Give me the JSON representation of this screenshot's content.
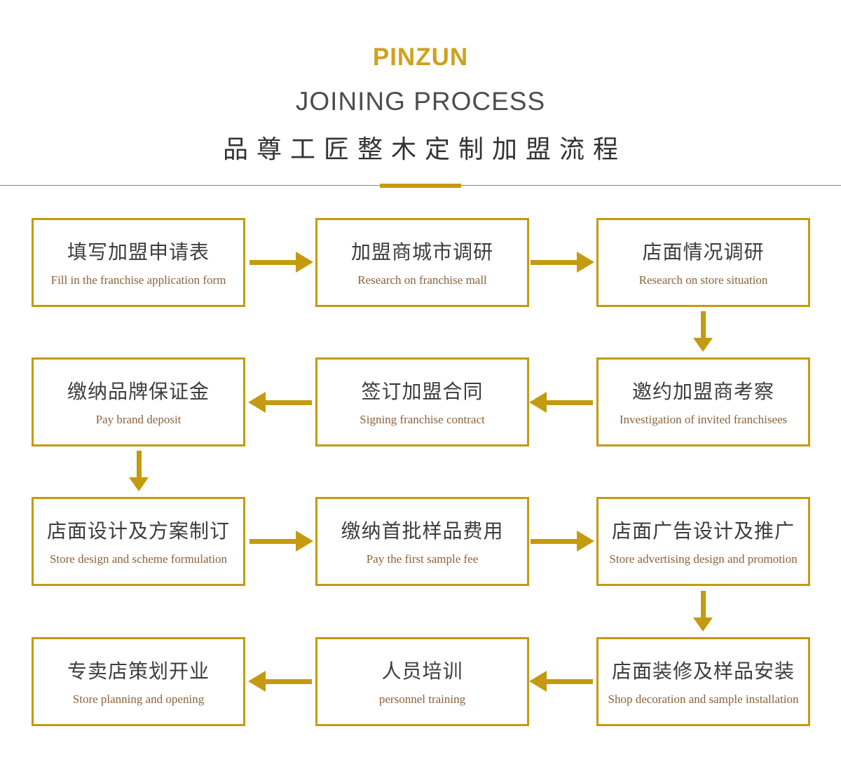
{
  "header": {
    "brand": "PINZUN",
    "subtitle": "JOINING PROCESS",
    "title_cn": "品尊工匠整木定制加盟流程"
  },
  "colors": {
    "gold": "#C49A10",
    "brand_gold": "#CFA11D",
    "heading_gray": "#4D4D4D",
    "title_dark": "#333333",
    "box_text": "#3D3D3D",
    "english_brown": "#8C6239",
    "divider_gray": "#8A8A8A"
  },
  "flow": {
    "steps": [
      {
        "cn": "填写加盟申请表",
        "en": "Fill in the franchise application form"
      },
      {
        "cn": "加盟商城市调研",
        "en": "Research on franchise mall"
      },
      {
        "cn": "店面情况调研",
        "en": "Research on store situation"
      },
      {
        "cn": "邀约加盟商考察",
        "en": "Investigation of invited franchisees"
      },
      {
        "cn": "签订加盟合同",
        "en": "Signing franchise contract"
      },
      {
        "cn": "缴纳品牌保证金",
        "en": "Pay brand deposit"
      },
      {
        "cn": "店面设计及方案制订",
        "en": "Store design and scheme formulation"
      },
      {
        "cn": "缴纳首批样品费用",
        "en": "Pay the first sample fee"
      },
      {
        "cn": "店面广告设计及推广",
        "en": "Store advertising design and promotion"
      },
      {
        "cn": "店面装修及样品安装",
        "en": "Shop decoration and sample installation"
      },
      {
        "cn": "人员培训",
        "en": "personnel training"
      },
      {
        "cn": "专卖店策划开业",
        "en": "Store planning and opening"
      }
    ]
  }
}
